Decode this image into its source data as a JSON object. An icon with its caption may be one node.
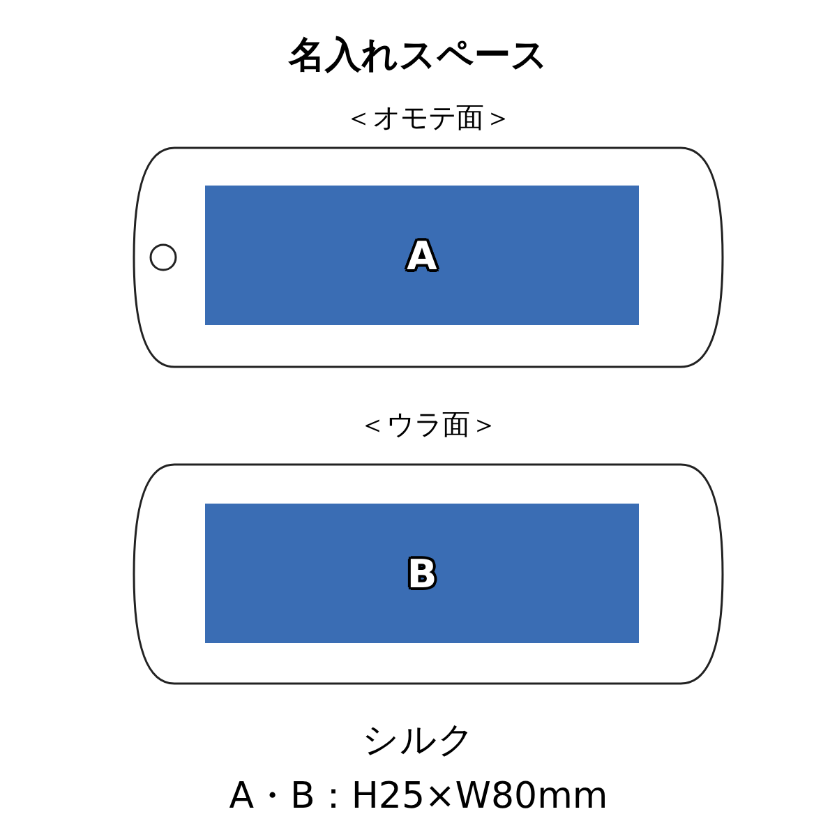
{
  "diagram": {
    "title": "名入れスペース",
    "nodes": [
      {
        "text": [
          "＜オモテ面＞"
        ]
      },
      {
        "text": [
          "A"
        ],
        "in": 0
      },
      {
        "text": [
          "＜ウラ面＞"
        ]
      },
      {
        "text": [
          "B"
        ],
        "in": 2
      }
    ],
    "labels": [
      "シルク",
      "A・B：H25×W80mm"
    ]
  }
}
